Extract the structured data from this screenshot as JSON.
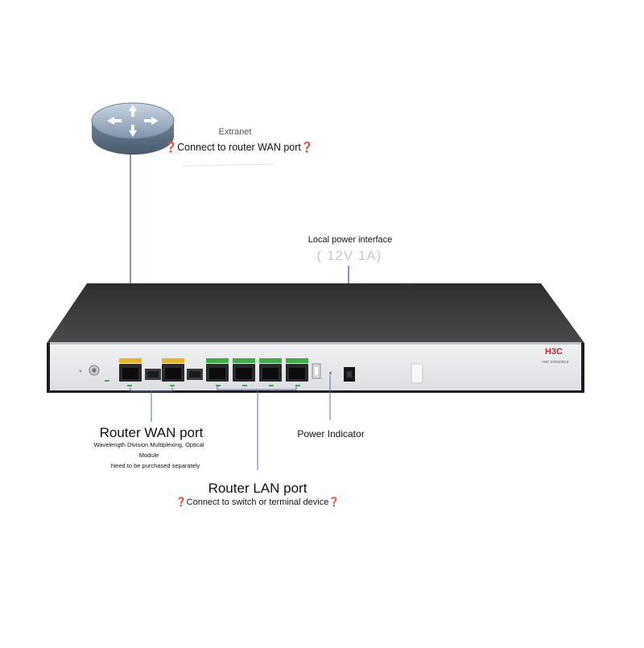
{
  "callouts": {
    "extranet": "Extranet",
    "wan_connect_hint": "❓Connect to router WAN port❓",
    "local_power_interface": "Local power interface",
    "power_spec": "( 12V 1A)",
    "router_wan_port": "Router WAN port",
    "wan_note_line1": "Wavelength Division Multiplexing, Optical",
    "wan_note_line2": "Module",
    "wan_note_line3": "Need to be purchased separately",
    "power_indicator": "Power Indicator",
    "router_lan_port": "Router LAN port",
    "lan_connect_hint": "❓Connect to switch or terminal device❓"
  },
  "device": {
    "brand": "H3C",
    "model": "H3C ER5200G3"
  },
  "colors": {
    "chassis_top": "#2b2b2b",
    "front_panel": "#e9eaec",
    "wan_port_tag": "#e8b52a",
    "lan_port_tag": "#3fae49",
    "link_line": "#5a6fb8",
    "brand_red": "#c0272d"
  },
  "icons": {
    "router": "router-icon",
    "power_button": "power-button-icon"
  }
}
